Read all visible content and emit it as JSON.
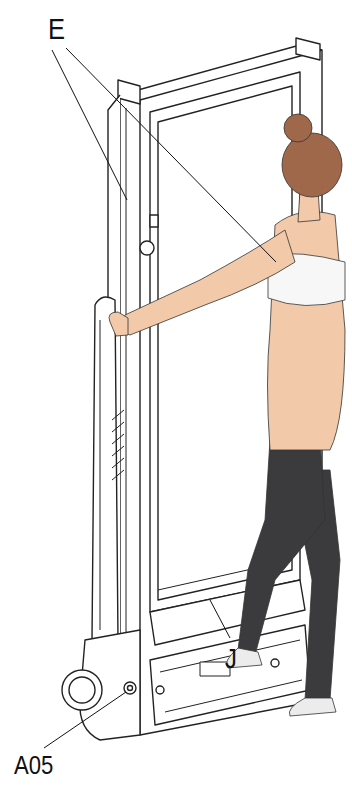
{
  "diagram": {
    "labels": [
      "E",
      "J",
      "A05"
    ]
  }
}
